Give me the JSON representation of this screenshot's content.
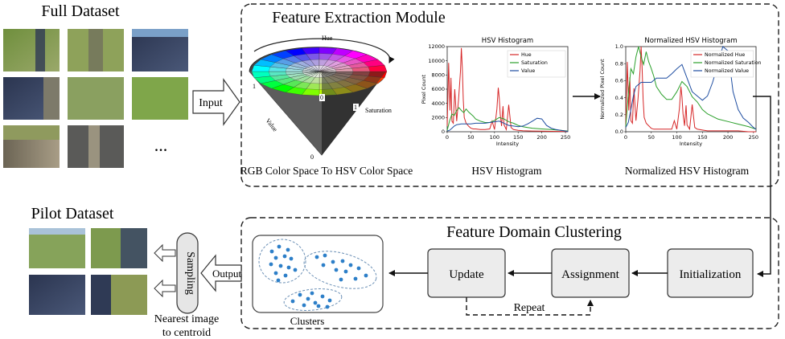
{
  "full_dataset": {
    "title": "Full Dataset",
    "ellipsis": "..."
  },
  "input_arrow": {
    "label": "Input"
  },
  "feature_extraction": {
    "title": "Feature Extraction Module",
    "cone": {
      "hue_label": "Hue",
      "saturation_label": "Saturation",
      "value_label": "Value",
      "value_one": "1",
      "value_zero": "0",
      "sat_zero": "0",
      "sat_one": "1",
      "caption": "RGB Color Space To HSV Color Space"
    },
    "hsv_histogram_caption": "HSV Histogram",
    "normalized_histogram_caption": "Normalized HSV Histogram"
  },
  "chart_data": [
    {
      "type": "line",
      "title": "HSV Histogram",
      "xlabel": "Intensity",
      "ylabel": "Pixel Count",
      "xlim": [
        0,
        255
      ],
      "ylim": [
        0,
        12000
      ],
      "xticks": [
        "0",
        "50",
        "100",
        "150",
        "200",
        "250"
      ],
      "yticks": [
        "0",
        "2000",
        "4000",
        "6000",
        "8000",
        "10000",
        "12000"
      ],
      "legend_position": "top-right",
      "grid": false,
      "series": [
        {
          "name": "Hue",
          "color": "#d62728",
          "x": [
            0,
            3,
            6,
            8,
            10,
            13,
            16,
            20,
            24,
            28,
            30,
            32,
            34,
            36,
            40,
            45,
            50,
            55,
            60,
            70,
            80,
            90,
            95,
            100,
            105,
            108,
            110,
            112,
            115,
            118,
            120,
            125,
            130,
            135,
            140,
            150,
            160,
            180,
            200,
            220,
            240,
            255
          ],
          "y": [
            800,
            9700,
            3000,
            7600,
            1500,
            1200,
            6000,
            1500,
            4500,
            8500,
            11800,
            9000,
            4500,
            2000,
            1200,
            800,
            500,
            400,
            400,
            300,
            300,
            400,
            1500,
            300,
            3200,
            6200,
            4800,
            2500,
            800,
            3600,
            1000,
            300,
            3800,
            600,
            300,
            200,
            150,
            100,
            80,
            60,
            50,
            40
          ]
        },
        {
          "name": "Saturation",
          "color": "#2ca02c",
          "x": [
            0,
            5,
            10,
            15,
            20,
            25,
            30,
            35,
            40,
            45,
            50,
            55,
            60,
            70,
            80,
            90,
            100,
            110,
            120,
            130,
            140,
            150,
            160,
            170,
            180,
            200,
            220,
            240,
            255
          ],
          "y": [
            200,
            1500,
            2500,
            2300,
            3000,
            3400,
            3000,
            2700,
            3200,
            2800,
            2500,
            2200,
            1800,
            1500,
            1300,
            1300,
            1600,
            2000,
            1800,
            1400,
            1200,
            900,
            700,
            600,
            500,
            400,
            300,
            200,
            100
          ]
        },
        {
          "name": "Value",
          "color": "#1f4ea1",
          "x": [
            0,
            5,
            10,
            15,
            20,
            30,
            40,
            50,
            60,
            70,
            80,
            90,
            100,
            110,
            120,
            130,
            140,
            150,
            160,
            170,
            180,
            190,
            200,
            210,
            220,
            230,
            240,
            250,
            255
          ],
          "y": [
            100,
            200,
            500,
            800,
            1000,
            1100,
            1100,
            1100,
            1200,
            1200,
            1200,
            1300,
            1400,
            1500,
            1200,
            900,
            800,
            700,
            800,
            1100,
            1500,
            1900,
            1800,
            900,
            500,
            300,
            200,
            100,
            50
          ]
        }
      ]
    },
    {
      "type": "line",
      "title": "Normalized HSV Histogram",
      "xlabel": "Intensity",
      "ylabel": "Normalized Pixel Count",
      "xlim": [
        0,
        255
      ],
      "ylim": [
        0,
        1.0
      ],
      "xticks": [
        "0",
        "50",
        "100",
        "150",
        "200",
        "250"
      ],
      "yticks": [
        "0.0",
        "0.2",
        "0.4",
        "0.6",
        "0.8",
        "1.0"
      ],
      "legend_position": "top-right",
      "grid": false,
      "series": [
        {
          "name": "Normalized Hue",
          "color": "#d62728",
          "x": [
            0,
            3,
            6,
            8,
            10,
            13,
            16,
            20,
            24,
            28,
            30,
            32,
            34,
            36,
            40,
            45,
            50,
            55,
            60,
            70,
            80,
            90,
            95,
            100,
            105,
            108,
            110,
            112,
            115,
            118,
            120,
            125,
            130,
            135,
            140,
            150,
            160,
            180,
            200,
            220,
            240,
            255
          ],
          "y": [
            0.07,
            0.82,
            0.25,
            0.64,
            0.13,
            0.1,
            0.51,
            0.13,
            0.38,
            0.72,
            1.0,
            0.76,
            0.38,
            0.17,
            0.1,
            0.07,
            0.04,
            0.03,
            0.03,
            0.03,
            0.03,
            0.03,
            0.13,
            0.03,
            0.27,
            0.53,
            0.41,
            0.21,
            0.07,
            0.31,
            0.08,
            0.03,
            0.32,
            0.05,
            0.03,
            0.02,
            0.01,
            0.01,
            0.01,
            0.01,
            0.0,
            0.0
          ]
        },
        {
          "name": "Normalized Saturation",
          "color": "#2ca02c",
          "x": [
            0,
            5,
            10,
            15,
            20,
            25,
            30,
            35,
            40,
            45,
            50,
            55,
            60,
            70,
            80,
            90,
            100,
            110,
            120,
            130,
            140,
            150,
            160,
            170,
            180,
            200,
            220,
            240,
            255
          ],
          "y": [
            0.06,
            0.44,
            0.74,
            0.68,
            0.88,
            1.0,
            0.88,
            0.79,
            0.94,
            0.82,
            0.74,
            0.65,
            0.53,
            0.44,
            0.38,
            0.38,
            0.47,
            0.59,
            0.53,
            0.41,
            0.35,
            0.26,
            0.21,
            0.18,
            0.15,
            0.12,
            0.09,
            0.06,
            0.03
          ]
        },
        {
          "name": "Normalized Value",
          "color": "#1f4ea1",
          "x": [
            0,
            5,
            10,
            15,
            20,
            30,
            40,
            50,
            60,
            70,
            80,
            90,
            100,
            110,
            120,
            130,
            140,
            150,
            160,
            170,
            180,
            190,
            200,
            210,
            220,
            230,
            240,
            250,
            255
          ],
          "y": [
            0.05,
            0.11,
            0.26,
            0.42,
            0.53,
            0.58,
            0.58,
            0.58,
            0.63,
            0.63,
            0.63,
            0.68,
            0.74,
            0.79,
            0.63,
            0.47,
            0.42,
            0.37,
            0.42,
            0.58,
            0.79,
            1.0,
            0.95,
            0.47,
            0.26,
            0.16,
            0.11,
            0.05,
            0.03
          ]
        }
      ]
    }
  ],
  "clustering": {
    "title": "Feature Domain Clustering",
    "initialization": "Initialization",
    "assignment": "Assignment",
    "update": "Update",
    "repeat": "Repeat",
    "clusters_label": "Clusters"
  },
  "output_arrow": {
    "label": "Output"
  },
  "sampling": {
    "label": "Sampling",
    "note_line1": "Nearest image",
    "note_line2": "to centroid"
  },
  "pilot_dataset": {
    "title": "Pilot Dataset"
  }
}
